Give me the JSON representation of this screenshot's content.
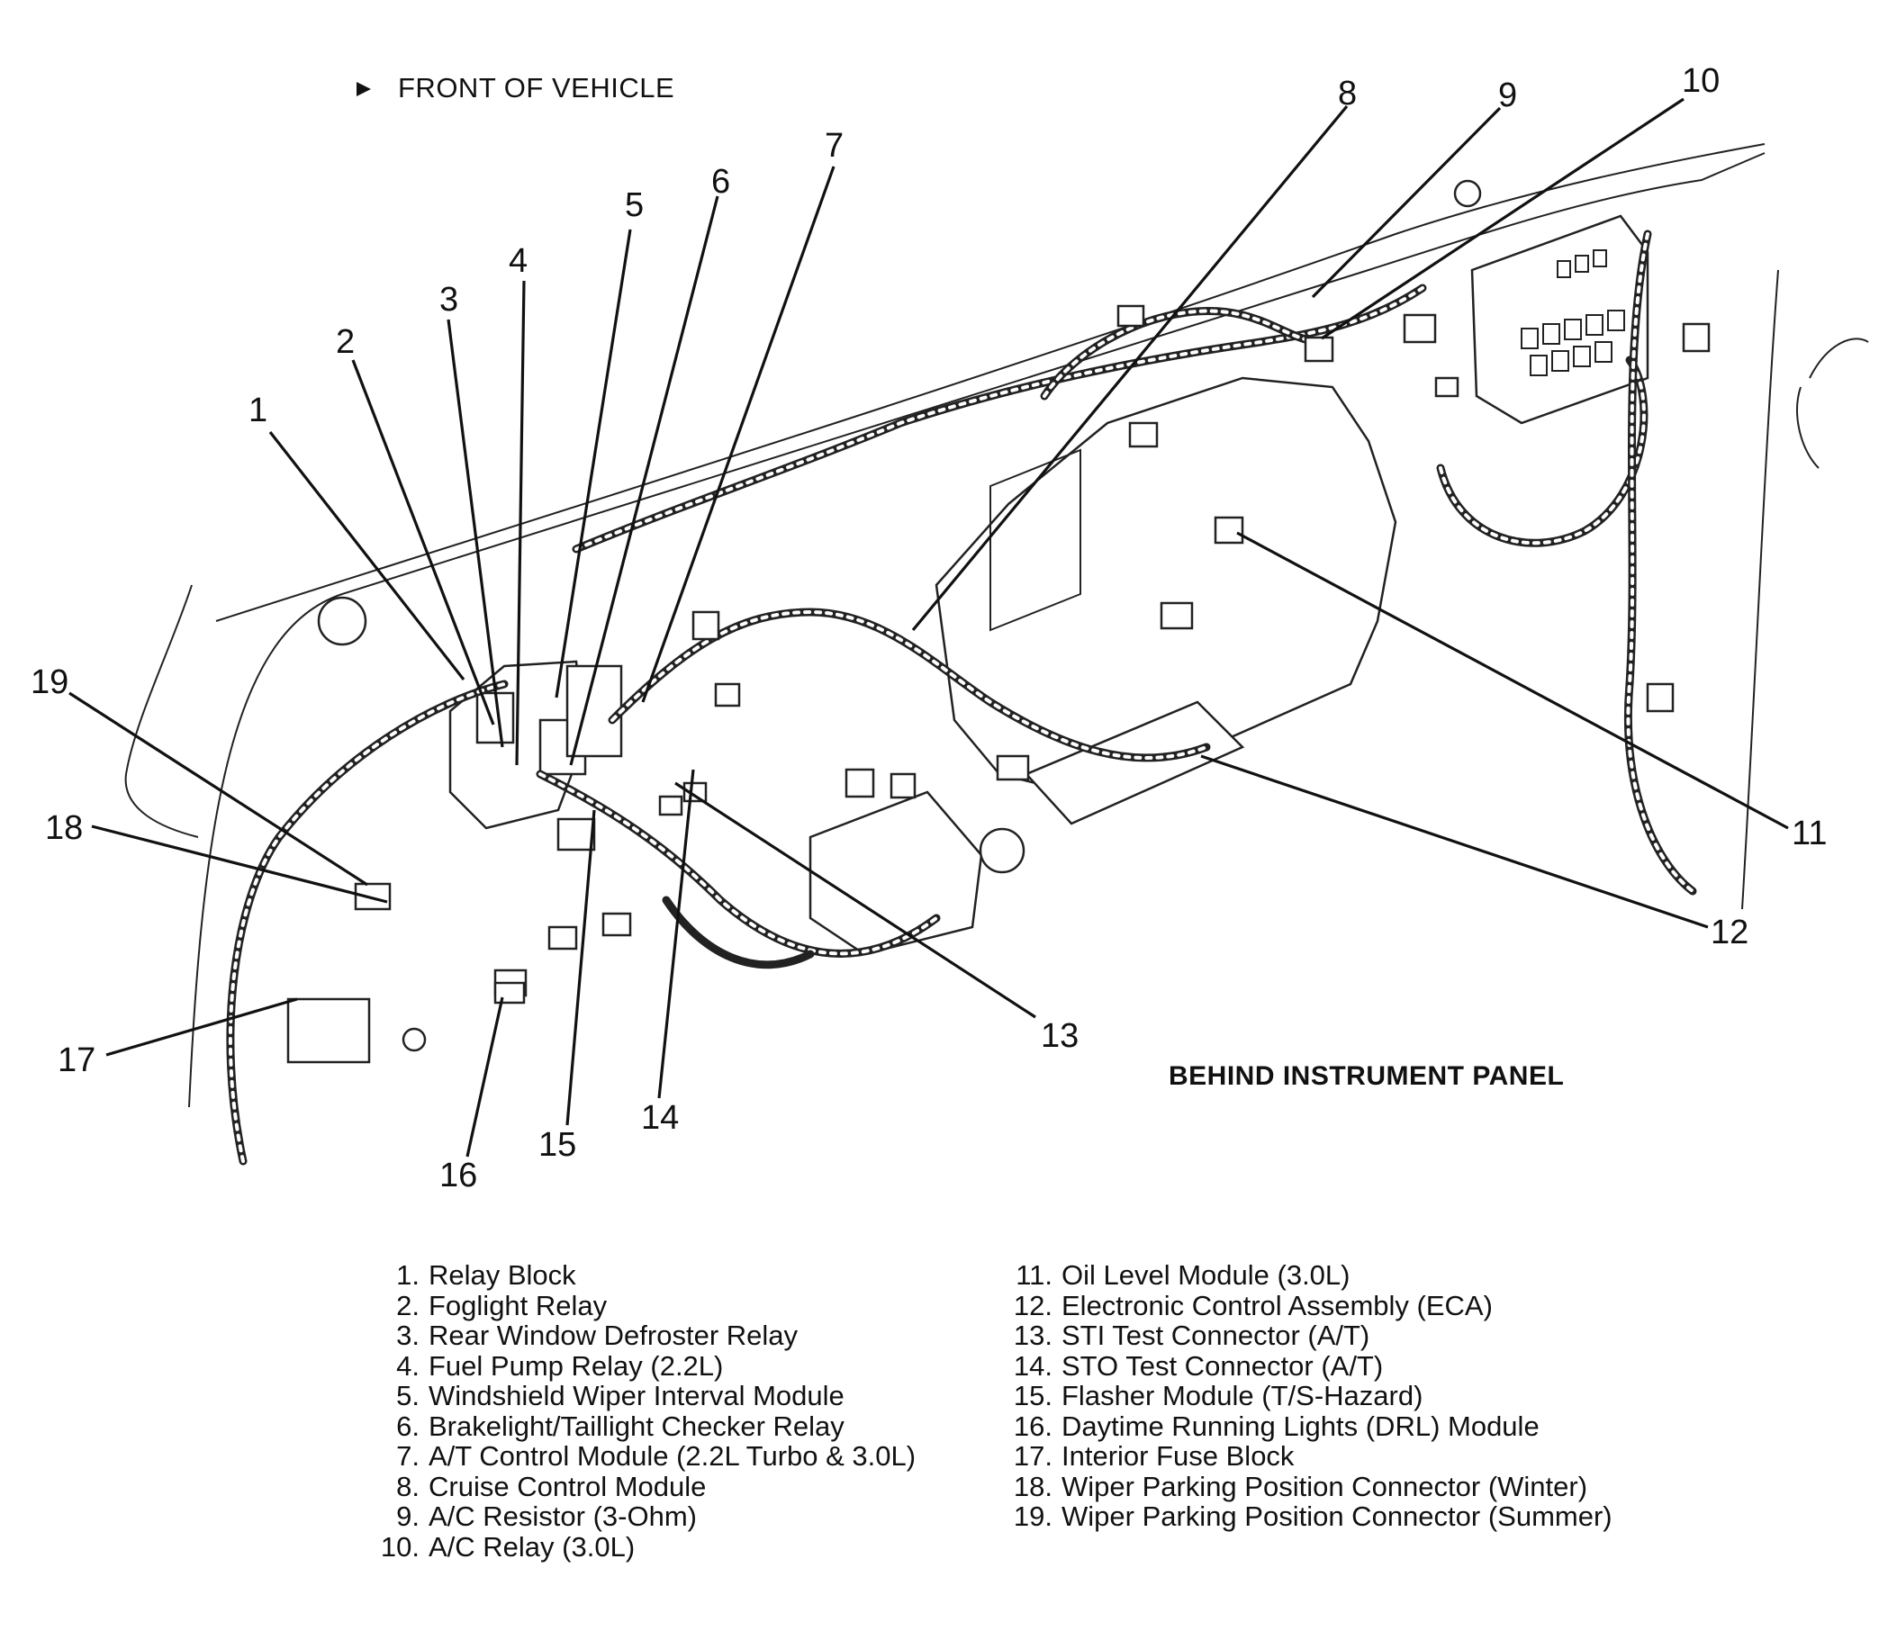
{
  "header": {
    "front_label": "FRONT OF VEHICLE",
    "view_label": "BEHIND INSTRUMENT PANEL"
  },
  "callouts": [
    "1",
    "2",
    "3",
    "4",
    "5",
    "6",
    "7",
    "8",
    "9",
    "10",
    "11",
    "12",
    "13",
    "14",
    "15",
    "16",
    "17",
    "18",
    "19"
  ],
  "legend": [
    {
      "num": "1.",
      "label": "Relay Block"
    },
    {
      "num": "2.",
      "label": "Foglight Relay"
    },
    {
      "num": "3.",
      "label": "Rear Window Defroster Relay"
    },
    {
      "num": "4.",
      "label": "Fuel Pump Relay (2.2L)"
    },
    {
      "num": "5.",
      "label": "Windshield Wiper Interval Module"
    },
    {
      "num": "6.",
      "label": "Brakelight/Taillight Checker Relay"
    },
    {
      "num": "7.",
      "label": "A/T Control Module (2.2L Turbo & 3.0L)"
    },
    {
      "num": "8.",
      "label": "Cruise Control Module"
    },
    {
      "num": "9.",
      "label": "A/C Resistor (3-Ohm)"
    },
    {
      "num": "10.",
      "label": "A/C Relay (3.0L)"
    },
    {
      "num": "11.",
      "label": "Oil Level Module (3.0L)"
    },
    {
      "num": "12.",
      "label": "Electronic Control Assembly (ECA)"
    },
    {
      "num": "13.",
      "label": "STI Test Connector (A/T)"
    },
    {
      "num": "14.",
      "label": "STO Test Connector (A/T)"
    },
    {
      "num": "15.",
      "label": "Flasher Module (T/S-Hazard)"
    },
    {
      "num": "16.",
      "label": "Daytime Running Lights (DRL) Module"
    },
    {
      "num": "17.",
      "label": "Interior Fuse Block"
    },
    {
      "num": "18.",
      "label": "Wiper Parking Position Connector (Winter)"
    },
    {
      "num": "19.",
      "label": "Wiper Parking Position Connector (Summer)"
    }
  ]
}
